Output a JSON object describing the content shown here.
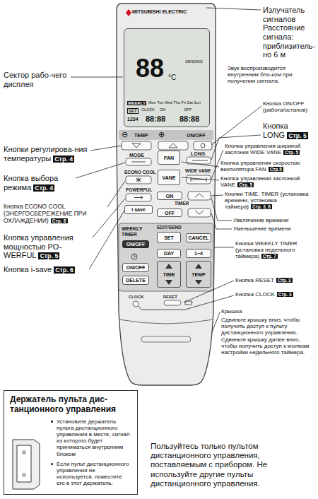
{
  "diagram": {
    "nodes": [
      {
        "text": [
          "MITSUBISHI ELECTRIC"
        ]
      },
      {
        "text": [
          "SENDING",
          "88",
          "°C",
          "WEEKLY",
          "Mon Tue Wed Thu Fri Sat Sun",
          "SET",
          "CLOCK",
          "ON",
          "OFF",
          "1234",
          "88:88",
          "88:88"
        ],
        "in": 0
      },
      {
        "text": [
          "⊖",
          "TEMP",
          "⊕",
          "ON/OFF"
        ],
        "in": 0
      },
      {
        "text": [
          "FAN"
        ],
        "in": 0
      },
      {
        "text": [
          "VANE"
        ],
        "in": 0
      },
      {
        "text": [
          "i save"
        ],
        "in": 0
      },
      {
        "text": [
          "ON"
        ],
        "in": 0
      },
      {
        "text": [
          "OFF"
        ],
        "in": 0
      },
      {
        "text": [
          "WEEKLY TIMER"
        ],
        "in": 0
      },
      {
        "text": [
          "ON/OFF"
        ],
        "in": 8
      },
      {
        "text": [
          "SET"
        ],
        "in": 8
      },
      {
        "text": [
          "CANCEL"
        ],
        "in": 8
      },
      {
        "text": [
          "DAY"
        ],
        "in": 8
      },
      {
        "text": [
          "1~4"
        ],
        "in": 8
      },
      {
        "text": [
          "ON/OFF"
        ],
        "in": 8
      },
      {
        "text": [
          "DELETE"
        ],
        "in": 8
      },
      {
        "text": [
          "TIME"
        ],
        "in": 8
      },
      {
        "text": [
          "TEMP"
        ],
        "in": 8
      },
      {
        "text": [
          "Держатель пульта дис-танционного управления",
          "Установите держатель пульта дистанционного управления в месте, сигнал из которого будет приниматься внутренним блоком",
          "Если пульт дистанционного управления не используется, поместите его в этот держатель."
        ]
      }
    ],
    "labels": [
      "Излучатель сигналов Расстояние сигнала: приблизитель-но 6 м",
      "Звук воспроизводится внутренним бло-ком при получении сигнала.",
      "Сектор рабо-чего дисплея",
      "Кнопка ON/OFF (работа/останов)",
      "Кнопка LONG",
      "Стр. 5",
      "Кнопка управления шириной заслонки WIDE VANE",
      "Стр. 5",
      "Кнопки регулирова-ния температуры",
      "Стр. 4",
      "Кнопка управления скоростью вентилятора FAN",
      "Стр.5",
      "Кнопка выбора режима",
      "Стр. 4",
      "Кнопка управления заслонкой VANE",
      "Стр. 5",
      "Кнопки TIME, TIMER (установка времени, установка таймера)",
      "Стр. 3, 6",
      "Кнопка ECONO COOL (ЭНЕРГОСБЕРЕЖЕНИЕ ПРИ ОХЛАЖДЕНИИ)",
      "Стр. 6",
      "Увеличение времени",
      "Уменьшение времени",
      "Кнопка управления мощностью PO-WERFUL",
      "Стр. 5",
      "Кнопки WEEKLY TIMER (установка недельного таймера)",
      "Стр. 7",
      "Кнопка i-save",
      "Стр. 6",
      "Кнопка RESET",
      "Стр. 3",
      "Кнопка CLOCK",
      "Стр. 3",
      "Крышка",
      "Сдвиньте крышку вниз, чтобы получить доступ к пульту дистанционного управления. Сдвиньте крышку далее вниз, чтобы получить доступ к кнопкам настройки недельного таймера.",
      "Пользуйтесь только пультом дистанционного управления, поставляемым с прибором. Не используйте другие пульты дистанционного управления.",
      "MODE",
      "ECONO COOL",
      "POWERFUL",
      "LONG",
      "WIDE VANE",
      "TIMER",
      "EDIT/SEND",
      "CLOCK",
      "RESET"
    ]
  }
}
